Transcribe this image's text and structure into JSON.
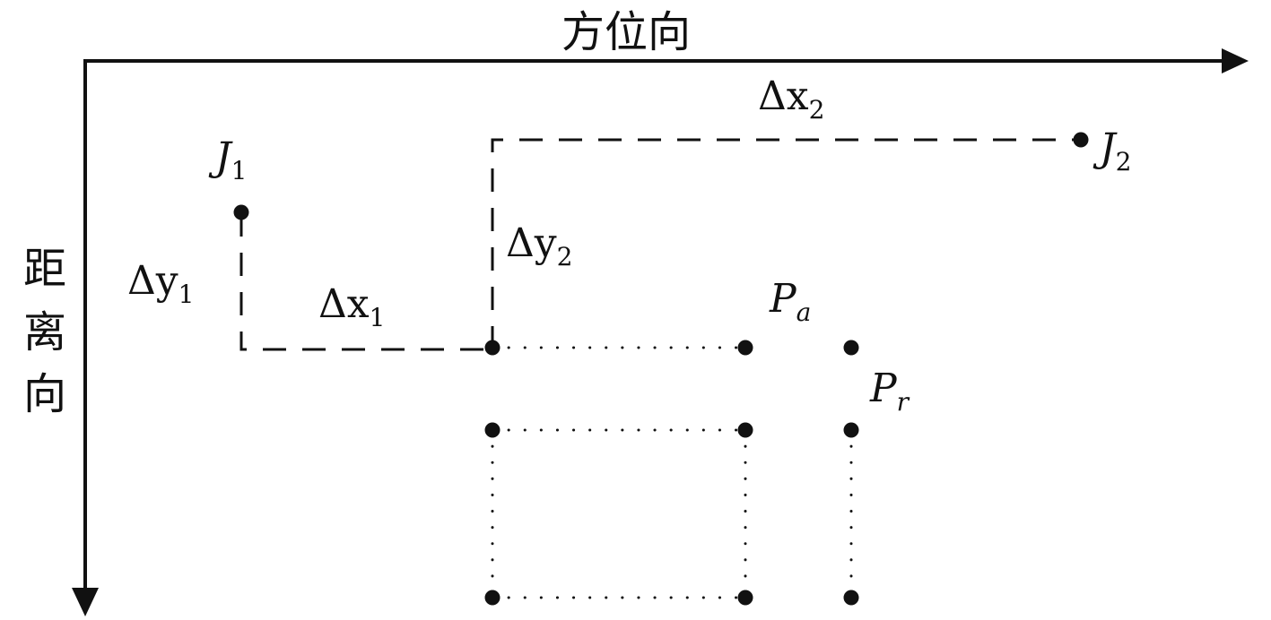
{
  "axes": {
    "azimuth_label": "方位向",
    "range_label_chars": [
      "距",
      "离",
      "向"
    ]
  },
  "labels": {
    "j1": {
      "main": "J",
      "sub": "1"
    },
    "j2": {
      "main": "J",
      "sub": "2"
    },
    "dx1": {
      "main": "Δx",
      "sub": "1"
    },
    "dy1": {
      "main": "Δy",
      "sub": "1"
    },
    "dx2": {
      "main": "Δx",
      "sub": "2"
    },
    "dy2": {
      "main": "Δy",
      "sub": "2"
    },
    "pa": {
      "main": "P",
      "sub": "a"
    },
    "pr": {
      "main": "P",
      "sub": "r"
    }
  },
  "colors": {
    "ink": "#111111"
  }
}
